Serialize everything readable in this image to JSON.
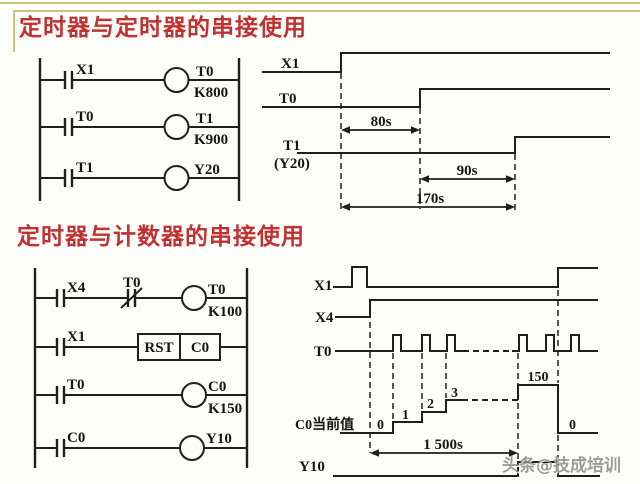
{
  "titles": {
    "s1": "定时器与定时器的串接使用",
    "s2": "定时器与计数器的串接使用"
  },
  "ladder1": {
    "rung1": {
      "contact": "X1",
      "coil": "T0",
      "preset": "K800"
    },
    "rung2": {
      "contact": "T0",
      "coil": "T1",
      "preset": "K900"
    },
    "rung3": {
      "contact": "T1",
      "coil": "Y20"
    }
  },
  "timing1": {
    "x1": "X1",
    "t0": "T0",
    "t1": "T1",
    "y20": "(Y20)",
    "d80": "80s",
    "d90": "90s",
    "d170": "170s"
  },
  "ladder2": {
    "rung1": {
      "contact": "X4",
      "nc": "T0",
      "coil": "T0",
      "preset": "K100"
    },
    "rung2": {
      "contact": "X1",
      "cmd": "RST",
      "target": "C0"
    },
    "rung3": {
      "contact": "T0",
      "coil": "C0",
      "preset": "K150"
    },
    "rung4": {
      "contact": "C0",
      "coil": "Y10"
    }
  },
  "timing2": {
    "x1": "X1",
    "x4": "X4",
    "t0": "T0",
    "c0_label": "C0当前值",
    "v0": "0",
    "v1": "1",
    "v2": "2",
    "v3": "3",
    "v150": "150",
    "v0b": "0",
    "dur": "1 500s",
    "y10": "Y10"
  },
  "watermark": {
    "text": "头条@技成培训"
  },
  "colors": {
    "accent_red": "#c03232",
    "frame_khaki": "#c6c67c",
    "line": "#1f1f1f",
    "watermark_gray": "#8f8f8f"
  }
}
